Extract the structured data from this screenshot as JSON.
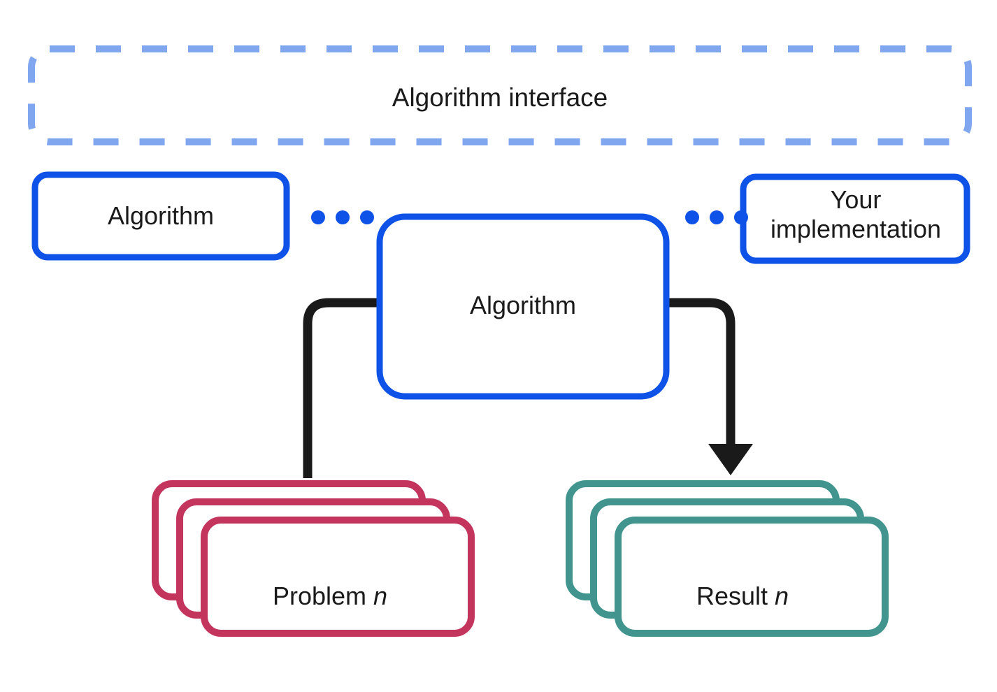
{
  "diagram": {
    "title": "Algorithm interface",
    "interface_container": {
      "label": "Algorithm interface",
      "border_style": "dashed",
      "color": "#7FA6EE"
    },
    "nodes": {
      "algorithm_left": {
        "label": "Algorithm",
        "color": "#0F52E8",
        "style": "solid-rounded-rect"
      },
      "algorithm_center": {
        "label": "Algorithm",
        "color": "#0F52E8",
        "style": "solid-rounded-rect"
      },
      "your_implementation": {
        "label": "Your\nimplementation",
        "color": "#0F52E8",
        "style": "solid-rounded-rect"
      },
      "problem_stack": {
        "label_prefix": "Problem",
        "label_index": "n",
        "color": "#C4355E",
        "card_count": 3,
        "style": "stacked-rounded-rect"
      },
      "result_stack": {
        "label_prefix": "Result",
        "label_index": "n",
        "color": "#41958E",
        "card_count": 3,
        "style": "stacked-rounded-rect"
      }
    },
    "connectors": {
      "ellipsis_left": {
        "dots": 3,
        "color": "#0F52E8"
      },
      "ellipsis_right": {
        "dots": 3,
        "color": "#0F52E8"
      },
      "algorithm_to_problem": {
        "color": "#1a1a1a",
        "arrowhead": false,
        "direction": "left-down"
      },
      "algorithm_to_result": {
        "color": "#1a1a1a",
        "arrowhead": true,
        "direction": "right-down"
      }
    },
    "colors": {
      "blue_solid": "#0F52E8",
      "blue_dashed": "#7FA6EE",
      "crimson": "#C4355E",
      "teal": "#41958E",
      "line": "#1a1a1a",
      "background": "#ffffff"
    }
  }
}
